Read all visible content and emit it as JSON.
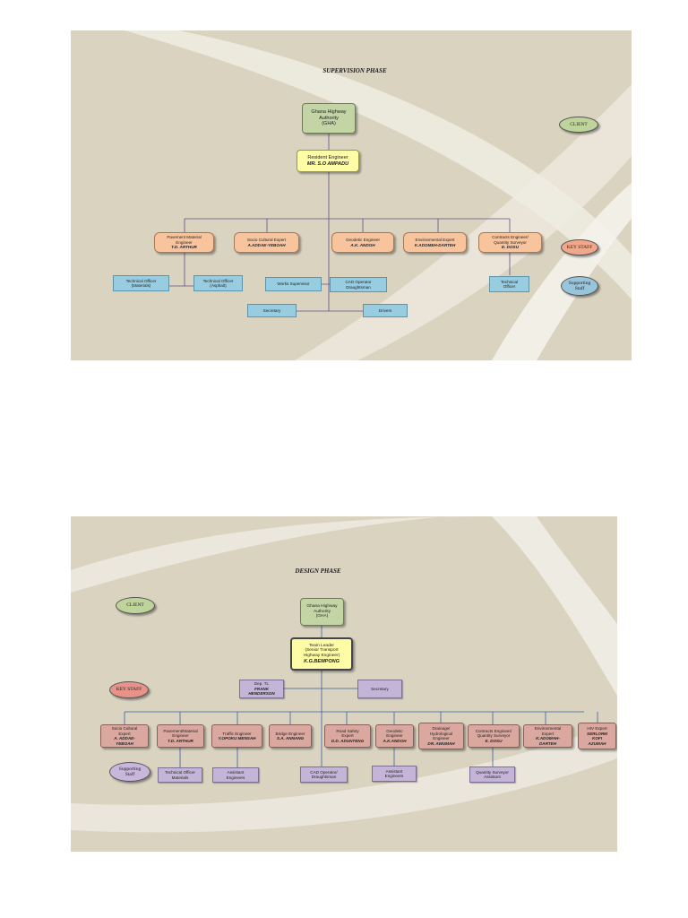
{
  "supervision": {
    "title": "SUPERVISION PHASE",
    "gha": [
      "Ghana Highway",
      "Authority",
      "(GHA)"
    ],
    "resident": {
      "role": "Resident Engineer",
      "name": "MR. S.O AMPADU"
    },
    "legend": {
      "client": "CLIENT",
      "key_staff": "KEY STAFF",
      "supporting": [
        "Supporting",
        "Staff"
      ]
    },
    "key_staff": [
      {
        "role": [
          "Pavement Material",
          "Engineer"
        ],
        "name": "T.D. ARTHUR"
      },
      {
        "role": [
          "Socio Cultural Expert"
        ],
        "name": "A.ADDAE-YEBOAH"
      },
      {
        "role": [
          "Geodetic Engineer"
        ],
        "name": "A.K. ANDOH"
      },
      {
        "role": [
          "Environmental Expert"
        ],
        "name": "K.ADOMEH-DARTEH"
      },
      {
        "role": [
          "Contracts Engineer/",
          "Quantity Surveyor"
        ],
        "name": "E. DOSU"
      }
    ],
    "support": {
      "tech_officer_materials": [
        "Technical Officer",
        "(Materials)"
      ],
      "tech_officer_asphalt": [
        "Technical Officer",
        "(Asphalt)"
      ],
      "works_supervisor": "Works Supervisor",
      "cad_operator": [
        "CAD Operator",
        "Draughtsman"
      ],
      "technical_officer": [
        "Technical",
        "Officer"
      ],
      "secretary": "Secretary",
      "drivers": "Drivers"
    }
  },
  "design": {
    "title": "DESIGN PHASE",
    "gha": [
      "Ghana Highway",
      "Authority",
      "(GHA)"
    ],
    "team_leader": {
      "role": [
        "Team Leader",
        "(Senior Transport",
        "Highway Engineer)"
      ],
      "name": "K.G.BEMPONG"
    },
    "legend": {
      "client": "CLIENT",
      "key_staff": "KEY STAFF",
      "supporting": [
        "Supporting",
        "Staff"
      ]
    },
    "deputy": {
      "role": "Dep. TL",
      "name": [
        "FRANK",
        "HENDERSON"
      ]
    },
    "secretary": "Secretary",
    "key_staff": [
      {
        "role": [
          "Socio Cultural",
          "Expert"
        ],
        "name": [
          "A. ADDAE-",
          "YEBOAH"
        ]
      },
      {
        "role": [
          "Pavement/Material",
          "Engineer"
        ],
        "name": [
          "T.D. ARTHUR"
        ]
      },
      {
        "role": [
          "Traffic Engineer"
        ],
        "name": [
          "Y.OPOKU MENSAH"
        ]
      },
      {
        "role": [
          "Bridge Engineer"
        ],
        "name": [
          "S.A. ANNANG"
        ]
      },
      {
        "role": [
          "Road Safety",
          "Expert"
        ],
        "name": [
          "D.D. ADUNTENG"
        ]
      },
      {
        "role": [
          "Geodetic",
          "Engineer"
        ],
        "name": [
          "A.K.ANDOH"
        ]
      },
      {
        "role": [
          "Drainage/",
          "Hydrological",
          "Engineer"
        ],
        "name": [
          "DR. AWUMAH"
        ]
      },
      {
        "role": [
          "Contracts Engineer/",
          "Quantity Surveyor"
        ],
        "name": [
          "E. DOSU"
        ]
      },
      {
        "role": [
          "Environmental",
          "Expert"
        ],
        "name": [
          "K.ADOMAH-",
          "DARTEH"
        ]
      },
      {
        "role": [
          "HIV Expert"
        ],
        "name": [
          "SERLORM",
          "KOFI",
          "AZUMAH"
        ]
      }
    ],
    "support": {
      "tech_officer": [
        "Technical Officer",
        "Materials"
      ],
      "assistant_engineers_1": [
        "Assistant",
        "Engineers"
      ],
      "cad_operator": [
        "CAD Operator/",
        "Draughtsman"
      ],
      "assistant_engineers_2": [
        "Assistant",
        "Engineers"
      ],
      "qs_assistant": [
        "Quantity Surveyor",
        "Assistant"
      ]
    }
  },
  "colors": {
    "slide_bg": "#d9d3c0",
    "green": "#c3d5a5",
    "yellow": "#fefca4",
    "orange": "#f8c49e",
    "rose": "#dba8a0",
    "blue": "#98cce0",
    "lavender": "#c4b5d8",
    "line_purple": "#6a4a8a",
    "line_blue": "#3a5fa0"
  },
  "icons": [
    "client-oval",
    "key-staff-oval",
    "supporting-staff-oval"
  ]
}
